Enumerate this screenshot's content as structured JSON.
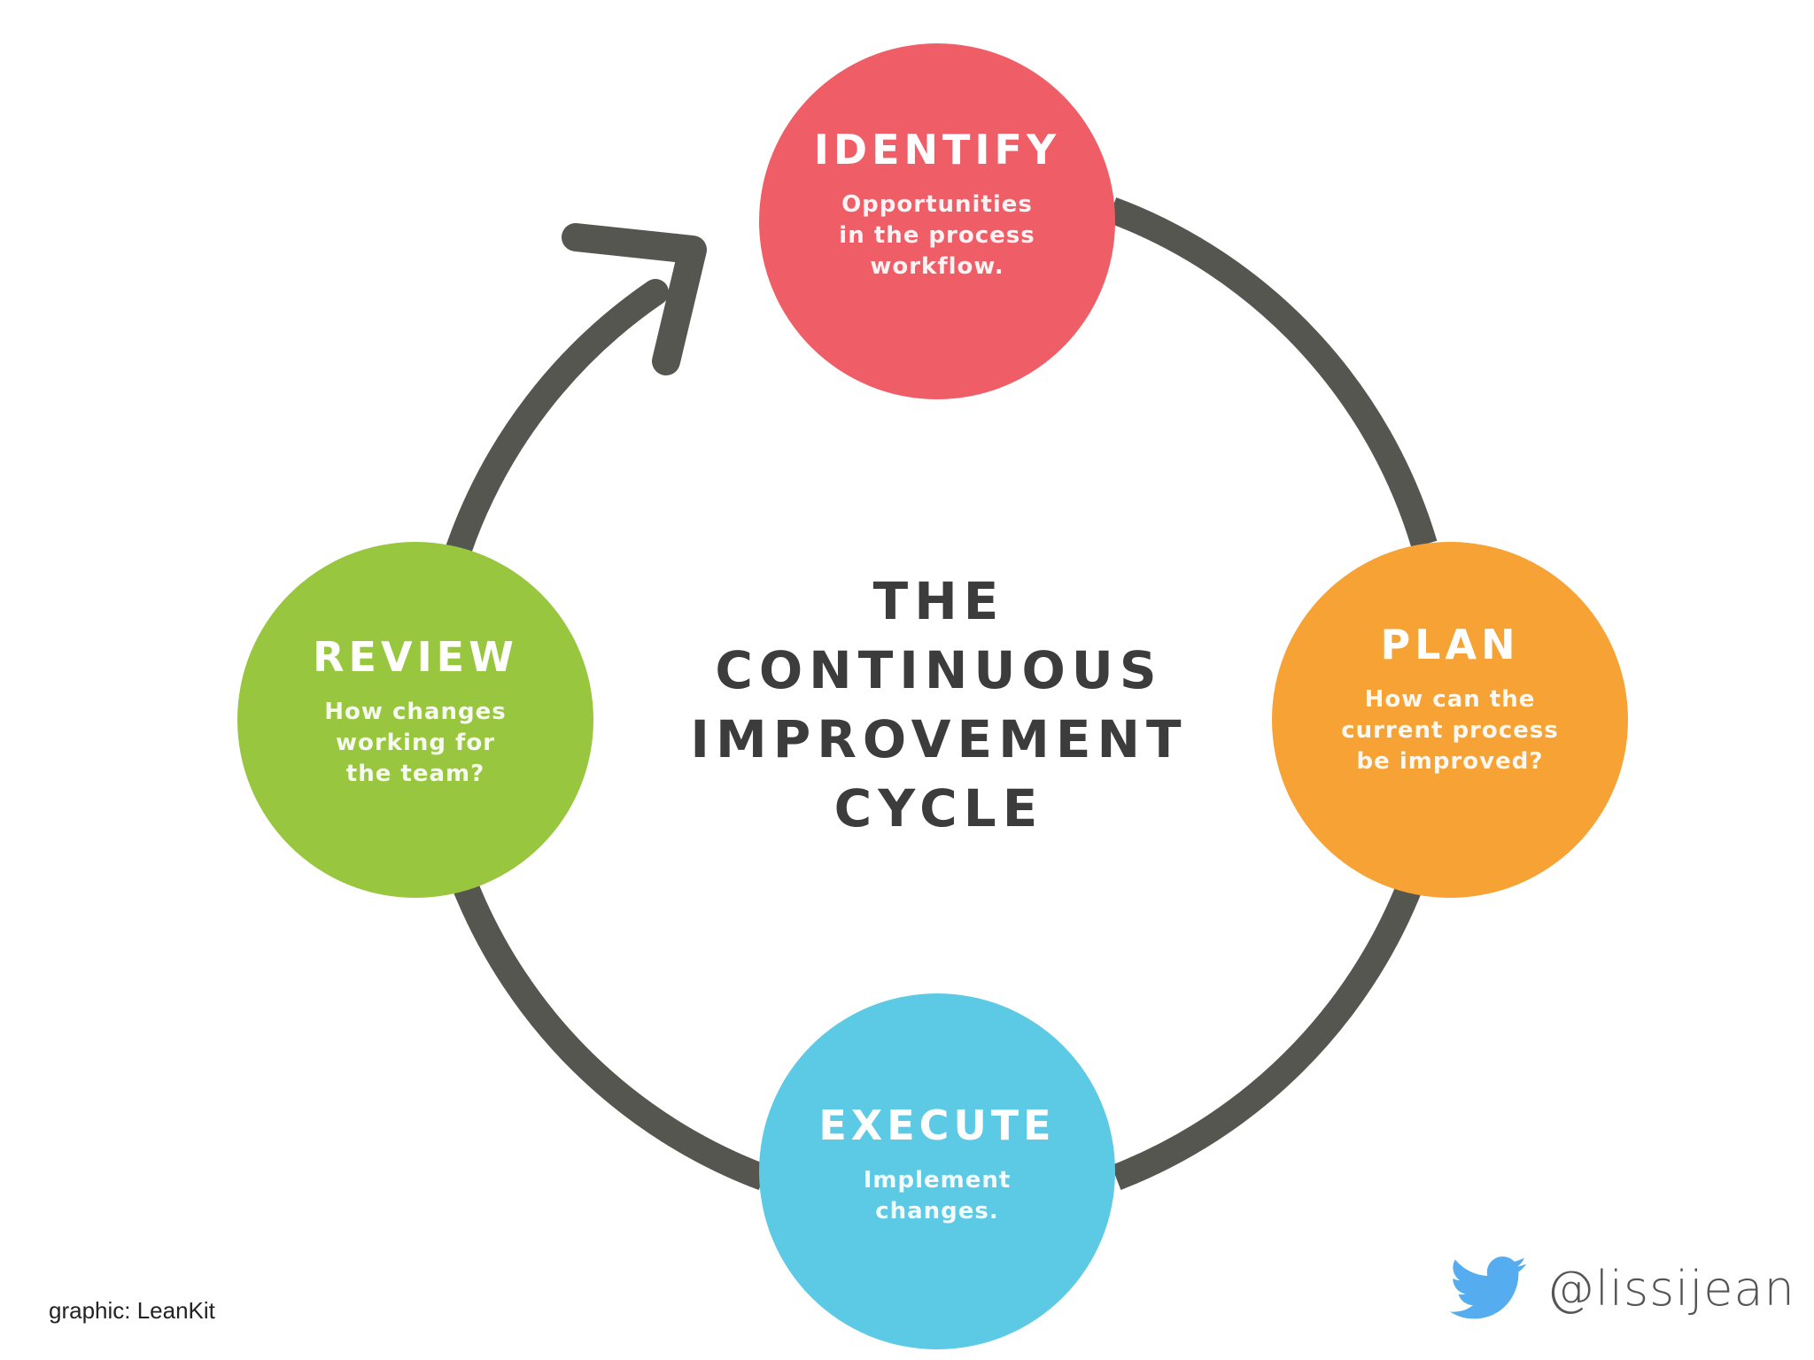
{
  "diagram": {
    "title_lines": [
      "THE",
      "CONTINUOUS",
      "IMPROVEMENT",
      "CYCLE"
    ],
    "stages": [
      {
        "id": "identify",
        "title": "IDENTIFY",
        "description": "Opportunities\nin the process\nworkflow.",
        "color": "#ef5d66"
      },
      {
        "id": "plan",
        "title": "PLAN",
        "description": "How can the\ncurrent process\nbe improved?",
        "color": "#f7a234"
      },
      {
        "id": "execute",
        "title": "EXECUTE",
        "description": "Implement\nchanges.",
        "color": "#5ccae4"
      },
      {
        "id": "review",
        "title": "REVIEW",
        "description": "How changes\nworking for\nthe team?",
        "color": "#99c63f"
      }
    ],
    "ring_color": "#565651"
  },
  "footer": {
    "credit": "graphic: LeanKit",
    "handle": "@lissijean",
    "handle_icon": "twitter-bird-icon",
    "icon_color": "#55acee"
  }
}
